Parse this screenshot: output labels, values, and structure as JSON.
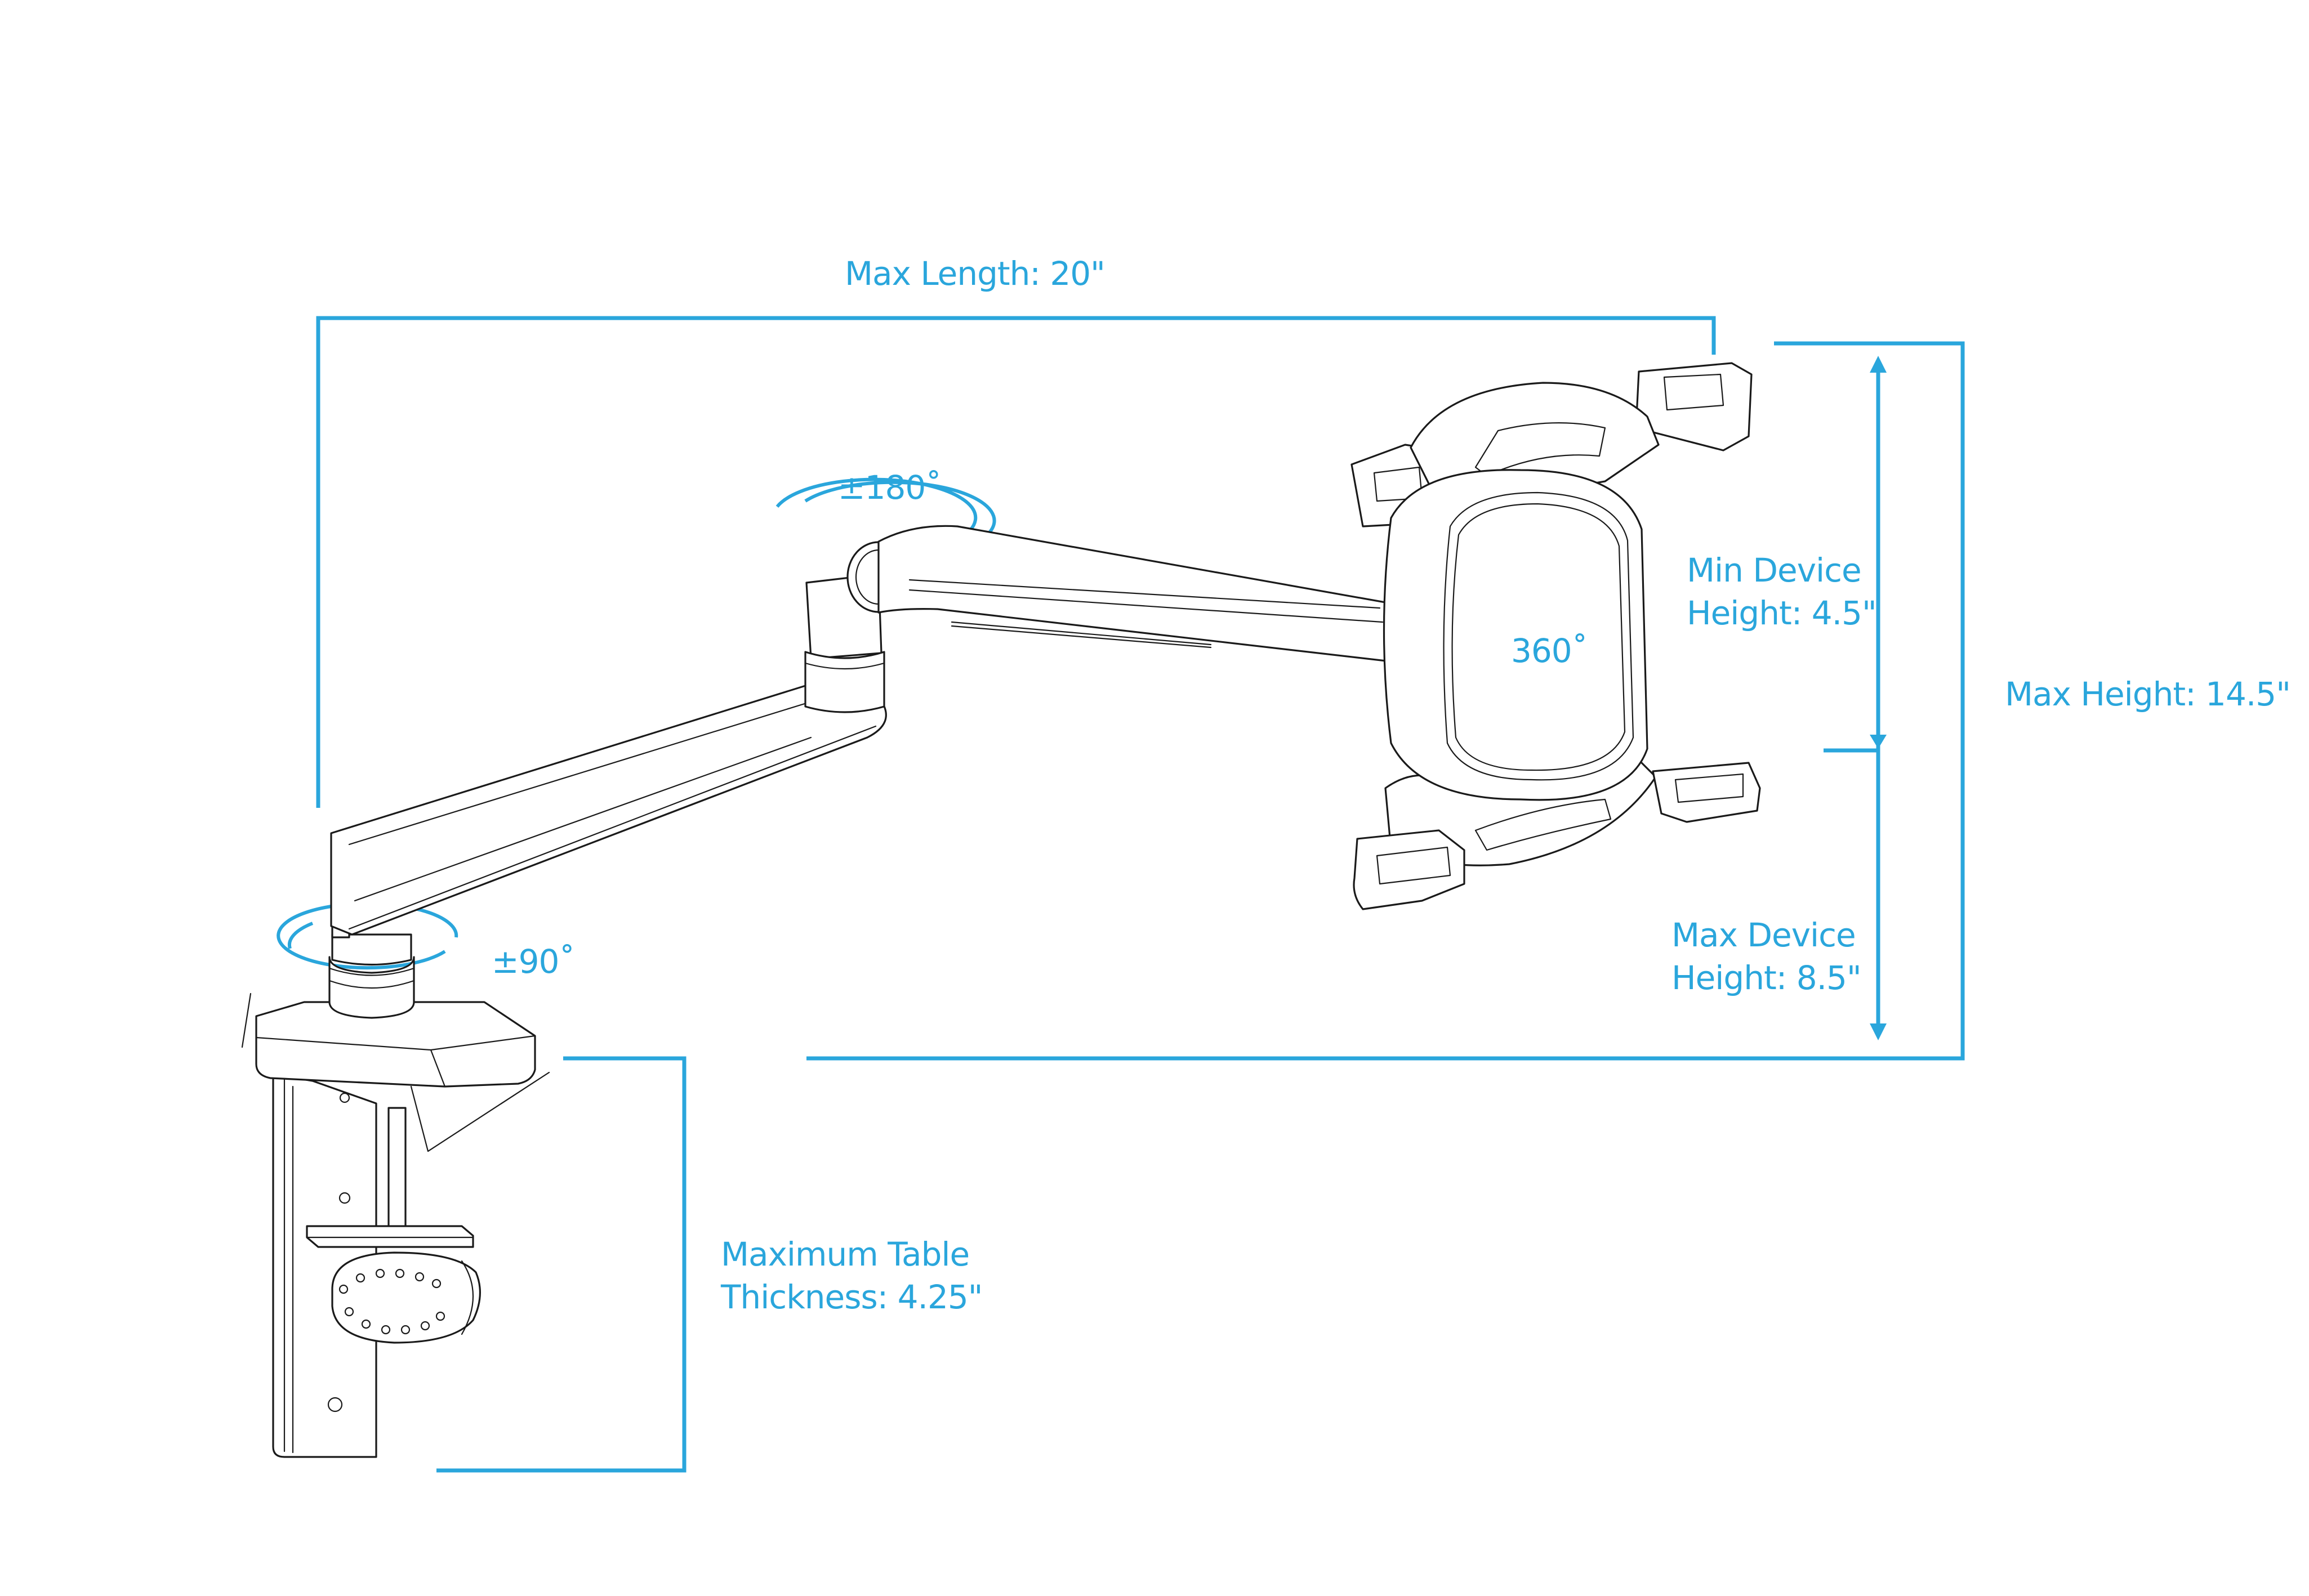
{
  "colors": {
    "accent": "#2aa6dc",
    "line_art": "#1a1a1a",
    "background": "#ffffff"
  },
  "labels": {
    "max_length": "Max Length: 20\"",
    "max_height": "Max Height: 14.5\"",
    "min_device_height": "Min Device\nHeight: 4.5\"",
    "max_device_height": "Max Device\nHeight: 8.5\"",
    "max_table_thickness": "Maximum Table\nThickness: 4.25\"",
    "rotation_arm": "±180˚",
    "rotation_base": "±90˚",
    "rotation_holder": "360˚"
  },
  "product": {
    "subject": "tablet-arm-clamp-mount"
  }
}
